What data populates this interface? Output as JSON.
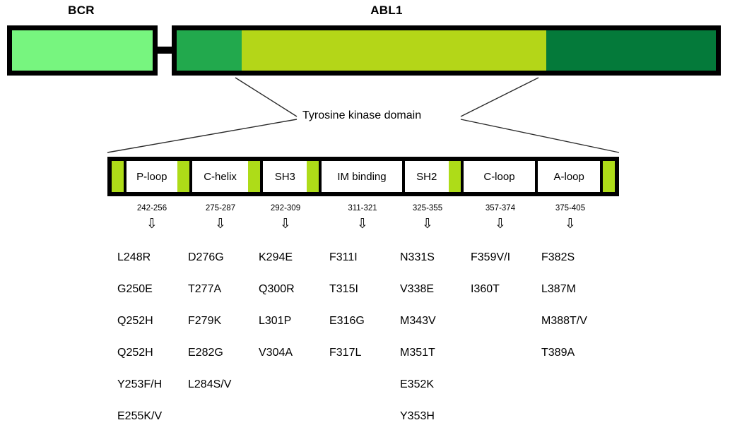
{
  "figure": {
    "title_bcr": "BCR",
    "title_abl1": "ABL1",
    "kinase_domain_label": "Tyrosine kinase domain"
  },
  "colors": {
    "bcr_light_green": "#77f57f",
    "abl1_medium_green": "#22a94d",
    "abl1_yellow_green": "#b4d618",
    "abl1_dark_green": "#047a3a",
    "domain_strip_green": "#aedc18",
    "outline": "#000000",
    "background": "#ffffff"
  },
  "protein_bars": {
    "bcr": {
      "label": "BCR",
      "segments": [
        {
          "name": "bcr-segment",
          "color": "#77f57f"
        }
      ]
    },
    "abl1": {
      "label": "ABL1",
      "segments": [
        {
          "name": "abl1-n-terminal",
          "color": "#22a94d"
        },
        {
          "name": "abl1-kinase-region",
          "color": "#b4d618"
        },
        {
          "name": "abl1-c-terminal",
          "color": "#047a3a"
        }
      ]
    }
  },
  "domains": [
    {
      "name": "P-loop",
      "range": "242-256"
    },
    {
      "name": "C-helix",
      "range": "275-287"
    },
    {
      "name": "SH3",
      "range": "292-309"
    },
    {
      "name": "IM binding",
      "range": "311-321"
    },
    {
      "name": "SH2",
      "range": "325-355"
    },
    {
      "name": "C-loop",
      "range": "357-374"
    },
    {
      "name": "A-loop",
      "range": "375-405"
    }
  ],
  "arrow_glyph": "⇩",
  "mutations": [
    {
      "domain": "P-loop",
      "items": [
        "L248R",
        "G250E",
        "Q252H",
        "Q252H",
        "Y253F/H",
        "E255K/V"
      ]
    },
    {
      "domain": "C-helix",
      "items": [
        "D276G",
        "T277A",
        "F279K",
        "E282G",
        "L284S/V"
      ]
    },
    {
      "domain": "SH3",
      "items": [
        "K294E",
        "Q300R",
        "L301P",
        "V304A"
      ]
    },
    {
      "domain": "IM binding",
      "items": [
        "F311I",
        "T315I",
        "E316G",
        "F317L"
      ]
    },
    {
      "domain": "SH2",
      "items": [
        "N331S",
        "V338E",
        "M343V",
        "M351T",
        "E352K",
        "Y353H"
      ]
    },
    {
      "domain": "C-loop",
      "items": [
        "F359V/I",
        "I360T"
      ]
    },
    {
      "domain": "A-loop",
      "items": [
        "F382S",
        "L387M",
        "M388T/V",
        "T389A"
      ]
    }
  ]
}
